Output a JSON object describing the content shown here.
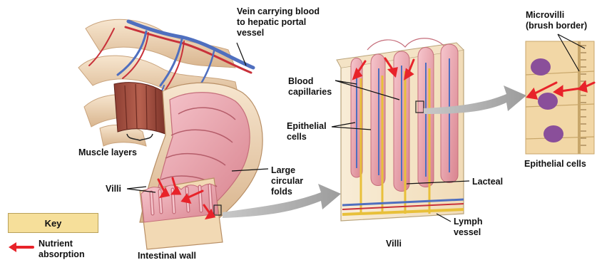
{
  "labels": {
    "vein": "Vein carrying blood\nto hepatic portal\nvessel",
    "muscle_layers": "Muscle layers",
    "villi_left": "Villi",
    "large_folds": "Large\ncircular\nfolds",
    "blood_capillaries": "Blood\ncapillaries",
    "epithelial_cells": "Epithelial\ncells",
    "lacteal": "Lacteal",
    "lymph_vessel": "Lymph\nvessel",
    "microvilli": "Microvilli\n(brush border)"
  },
  "captions": {
    "intestinal_wall": "Intestinal wall",
    "villi": "Villi",
    "epithelial_cells": "Epithelial cells"
  },
  "key": {
    "title": "Key",
    "nutrient_absorption": "Nutrient\nabsorption"
  },
  "colors": {
    "nutrient_arrow": "#e8232a",
    "tissue_pink": "#e9a3ae",
    "tan": "#f0d6ae",
    "vein_blue": "#4f6fbf",
    "artery_red": "#c8313a",
    "lymph_yellow": "#e8c03a",
    "key_fill": "#f6df9a"
  }
}
